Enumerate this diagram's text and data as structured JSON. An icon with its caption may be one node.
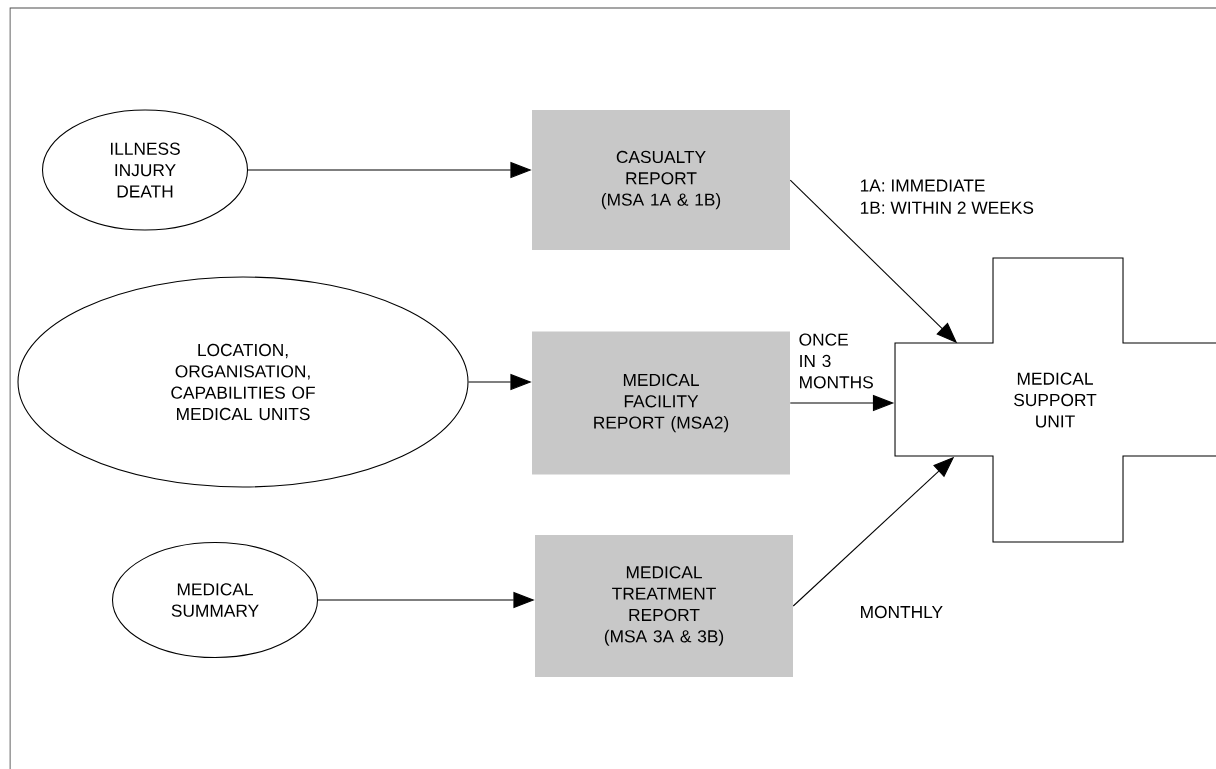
{
  "diagram": {
    "nodes": [
      {
        "text": [
          "ILLNESS INJURY DEATH"
        ]
      },
      {
        "text": [
          "CASUALTY REPORT (MSA 1A & 1B)"
        ]
      },
      {
        "text": [
          "LOCATION, ORGANISATION, CAPABILITIES OF MEDICAL UNITS"
        ]
      },
      {
        "text": [
          "MEDICAL FACILITY REPORT (MSA2)"
        ]
      },
      {
        "text": [
          "MEDICAL SUMMARY"
        ]
      },
      {
        "text": [
          "MEDICAL TREATMENT REPORT (MSA 3A & 3B)"
        ]
      },
      {
        "text": [
          "MEDICAL SUPPORT UNIT"
        ]
      }
    ],
    "edges": [
      {
        "from": 0,
        "to": 1,
        "arrow": "to"
      },
      {
        "from": 1,
        "to": 6,
        "arrow": "to",
        "label": "1A: IMMEDIATE"
      },
      {
        "from": 2,
        "to": 3,
        "arrow": "to"
      },
      {
        "from": 3,
        "to": 6,
        "arrow": "to",
        "label": "ONCE IN 3 MONTHS"
      },
      {
        "from": 4,
        "to": 5,
        "arrow": "to"
      },
      {
        "from": 5,
        "to": 6,
        "arrow": "to",
        "label": "MONTHLY"
      }
    ],
    "labels": [
      "1B: WITHIN 2 WEEKS"
    ]
  }
}
